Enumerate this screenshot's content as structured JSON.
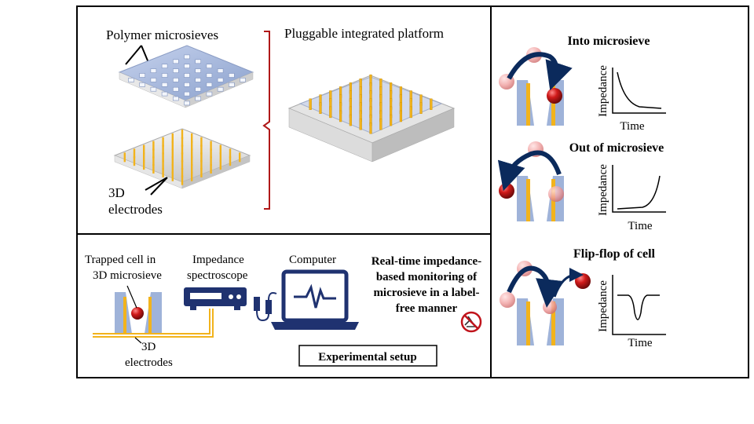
{
  "top_left": {
    "microsieves_label": "Polymer microsieves",
    "electrodes_label_line1": "3D",
    "electrodes_label_line2": "electrodes",
    "platform_label": "Pluggable integrated platform"
  },
  "bottom": {
    "trapped_line1": "Trapped cell in",
    "trapped_line2": "3D microsieve",
    "electrodes_line1": "3D",
    "electrodes_line2": "electrodes",
    "spectroscope_line1": "Impedance",
    "spectroscope_line2": "spectroscope",
    "computer_label": "Computer",
    "realtime_lines": [
      "Real-time impedance-",
      "based monitoring of",
      "microsieve in a label-",
      "free manner"
    ],
    "setup_label": "Experimental setup"
  },
  "right": {
    "panels": [
      {
        "title": "Into microsieve",
        "ylabel": "Impedance",
        "xlabel": "Time"
      },
      {
        "title": "Out of microsieve",
        "ylabel": "Impedance",
        "xlabel": "Time"
      },
      {
        "title": "Flip-flop of cell",
        "ylabel": "Impedance",
        "xlabel": "Time"
      }
    ]
  },
  "colors": {
    "sieve_blue": "#9fb3d9",
    "electrode_gold": "#f2b31c",
    "cell_red": "#c0141c",
    "arrow_navy": "#0b2a5c",
    "bracket_red": "#b01818",
    "device_navy": "#1f3270"
  }
}
